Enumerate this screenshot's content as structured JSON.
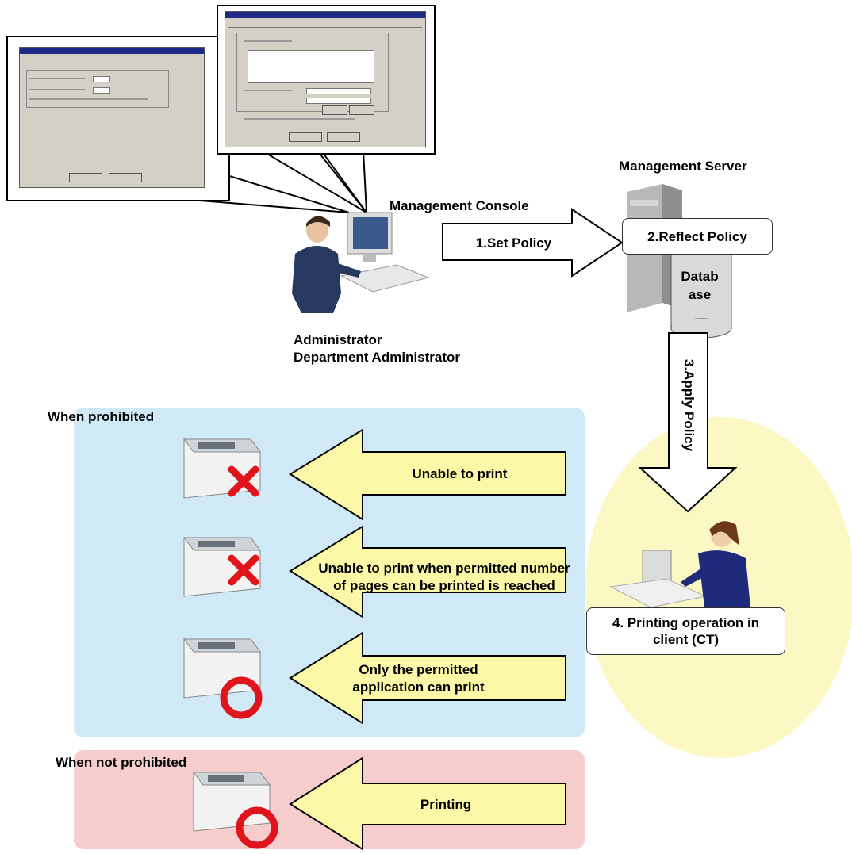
{
  "management_server_label": "Management Server",
  "management_console_label": "Management Console",
  "administrator_label": "Administrator",
  "department_administrator_label": "Department Administrator",
  "steps": {
    "set_policy": "1.Set Policy",
    "reflect_policy": "2.Reflect Policy",
    "database_line1": "Datab",
    "database_line2": "ase",
    "apply_policy": "3.Apply Policy",
    "printing_client_line1": "4. Printing operation in",
    "printing_client_line2": "client (CT)"
  },
  "prohibited": {
    "title": "When prohibited",
    "rows": [
      {
        "lines": [
          "Unable to print"
        ],
        "result": "x"
      },
      {
        "lines": [
          "Unable to print when permitted number",
          "of pages can be printed is reached"
        ],
        "result": "x"
      },
      {
        "lines": [
          "Only the permitted",
          "application can print"
        ],
        "result": "o"
      }
    ]
  },
  "not_prohibited": {
    "title": "When not prohibited",
    "rows": [
      {
        "lines": [
          "Printing"
        ],
        "result": "o"
      }
    ]
  },
  "colors": {
    "prohibited_zone": "#cfe9f7",
    "not_prohibited_zone": "#f6cccc",
    "client_zone": "#fbf8c4",
    "arrow_fill": "#fbf8a8",
    "mark_red": "#e0141c"
  }
}
